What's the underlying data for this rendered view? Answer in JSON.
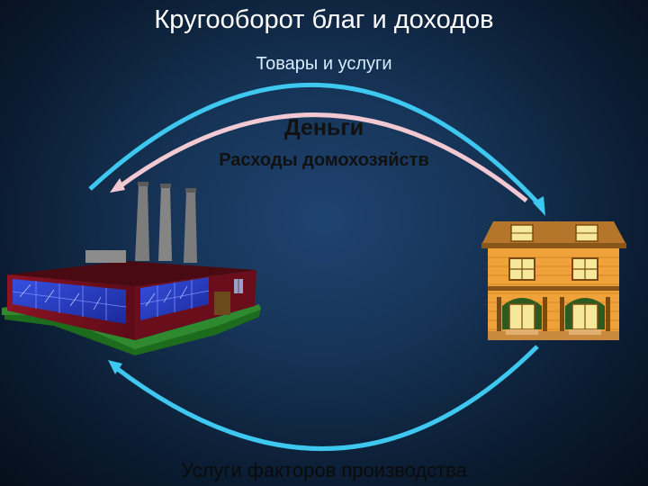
{
  "title": "Кругооборот благ и доходов",
  "flows": {
    "goods_label": "Товары и услуги",
    "money_label": "Деньги",
    "expenses_label": "Расходы домохозяйств",
    "factors_label": "Услуги факторов производства"
  },
  "colors": {
    "outer_arrow": "#3ec8f0",
    "inner_arrow": "#f2c9d3",
    "factory_wall": "#7a1020",
    "factory_windows": "#2a40c8",
    "house_wall": "#f0a23a",
    "grass": "#1d6b1d"
  },
  "icons": [
    "factory-icon",
    "house-icon"
  ]
}
